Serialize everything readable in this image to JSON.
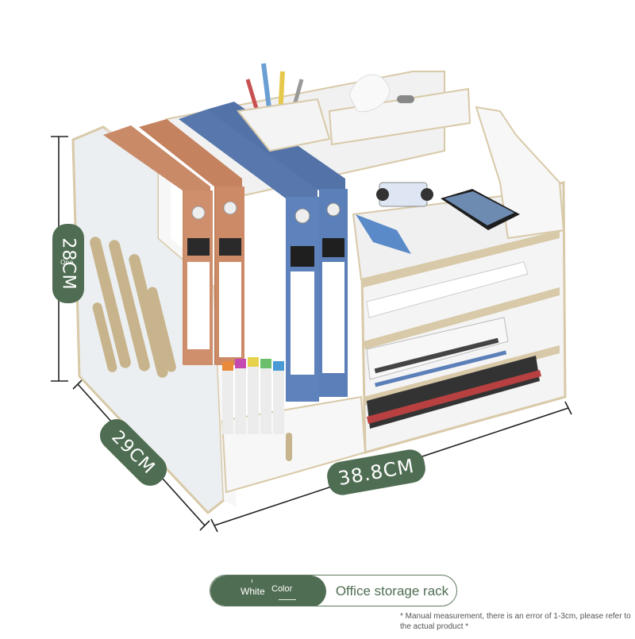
{
  "dimensions": {
    "height": "28CM",
    "height_small": "One",
    "depth": "29CM",
    "width": "38.8CM"
  },
  "label": {
    "color_word1": "White",
    "color_word2": "Color",
    "product_name": "Office storage rack"
  },
  "note": "* Manual measurement, there is an error of 1-3cm, please refer to the actual product *",
  "colors": {
    "accent_green": "#4f6d52",
    "rack_white": "#f2f2f2",
    "edge_wood": "#d8c9a8",
    "binder_blue": "#5b7fb8",
    "binder_orange": "#c98a68"
  }
}
